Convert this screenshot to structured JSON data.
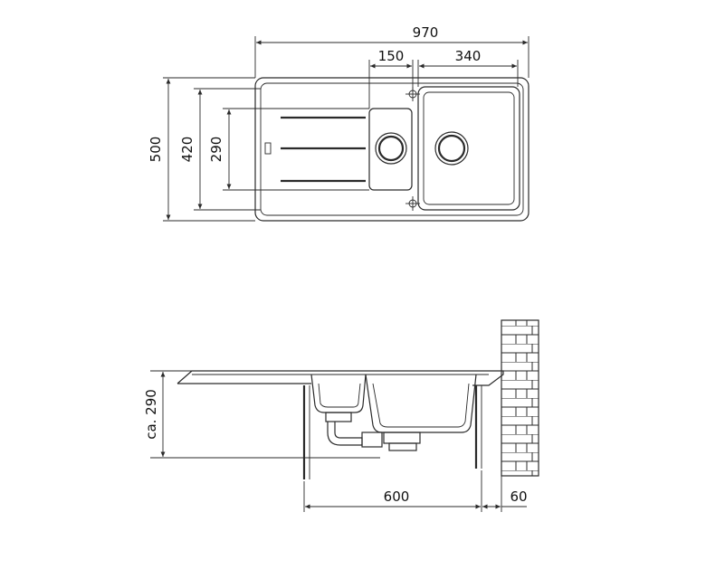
{
  "top_view": {
    "dimensions": {
      "overall_width": "970",
      "small_bowl_width": "150",
      "large_bowl_width": "340",
      "overall_depth": "500",
      "inner_depth": "420",
      "bowl_depth": "290"
    }
  },
  "side_view": {
    "dimensions": {
      "installed_depth": "ca. 290",
      "cabinet_width": "600",
      "wall_offset": "60"
    }
  }
}
